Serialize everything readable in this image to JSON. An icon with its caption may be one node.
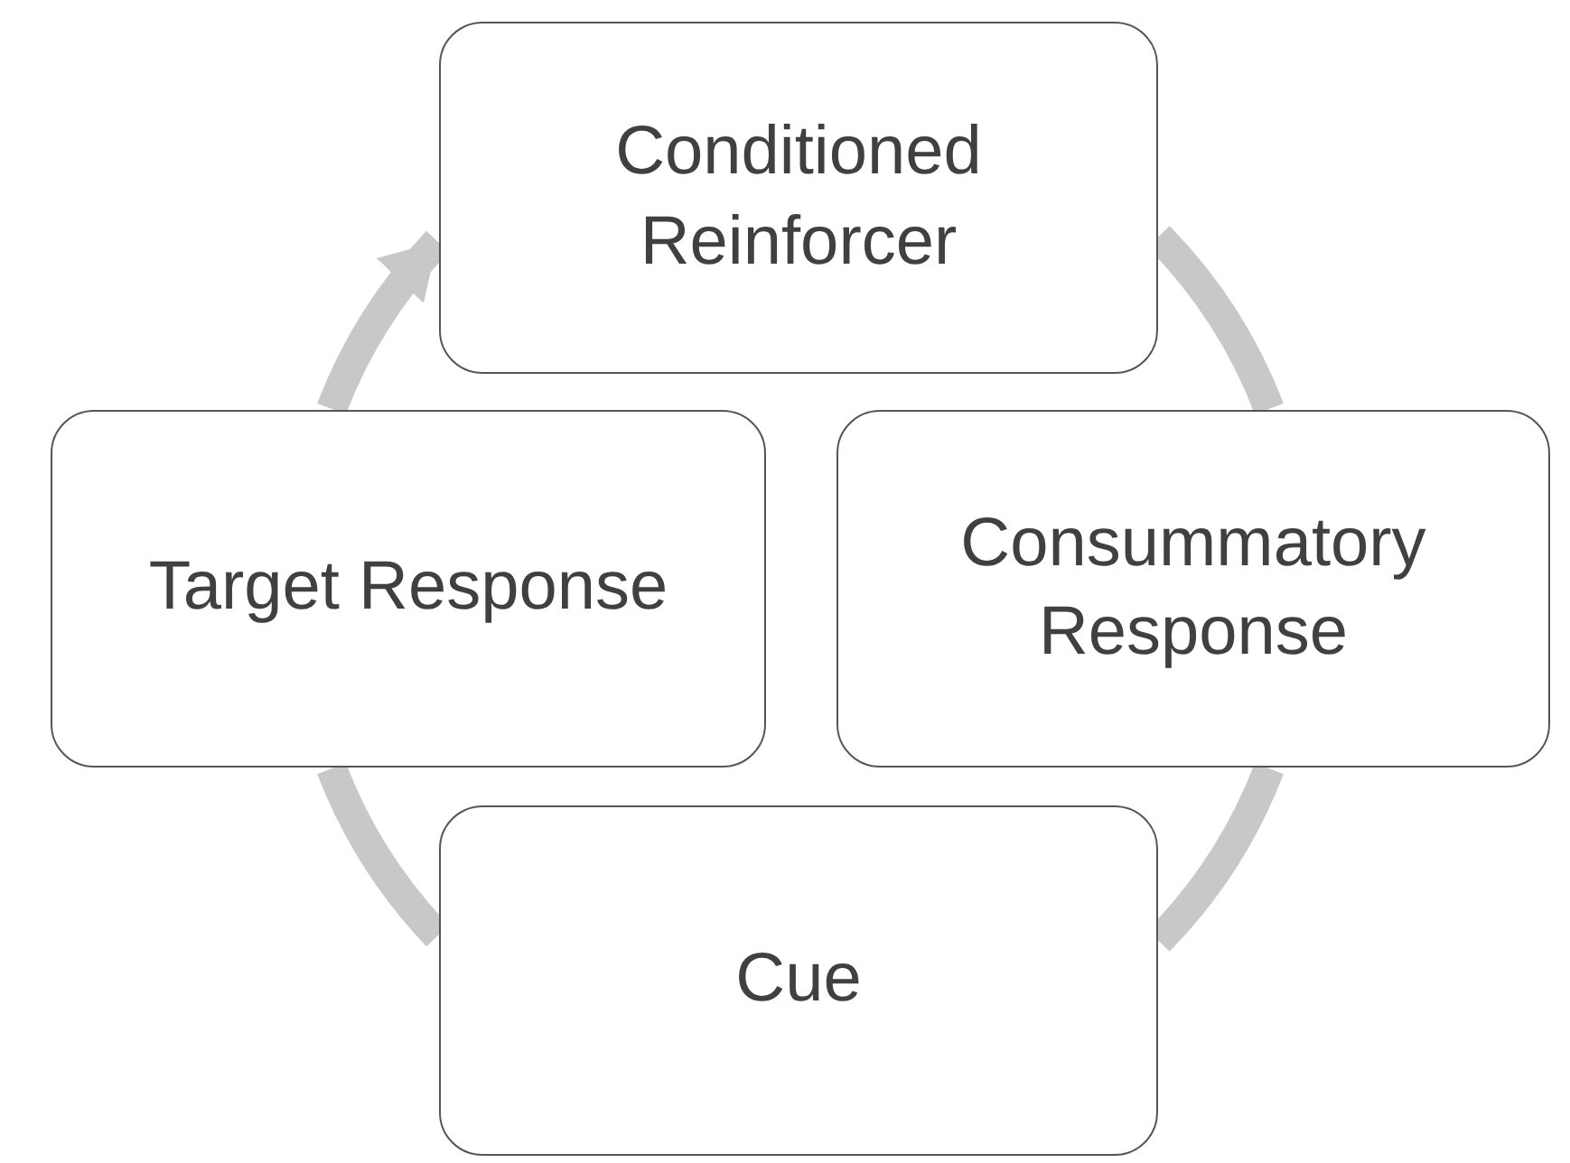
{
  "diagram": {
    "nodes": [
      {
        "text": [
          "Conditioned Reinforcer"
        ]
      },
      {
        "text": [
          "Target Response"
        ]
      },
      {
        "text": [
          "Consummatory Response"
        ]
      },
      {
        "text": [
          "Cue"
        ]
      }
    ],
    "edges": [
      {
        "from": 0,
        "to": 2,
        "arrow": "none"
      },
      {
        "from": 2,
        "to": 3,
        "arrow": "none"
      },
      {
        "from": 3,
        "to": 1,
        "arrow": "none"
      },
      {
        "from": 1,
        "to": 0,
        "arrow": "to"
      }
    ]
  }
}
